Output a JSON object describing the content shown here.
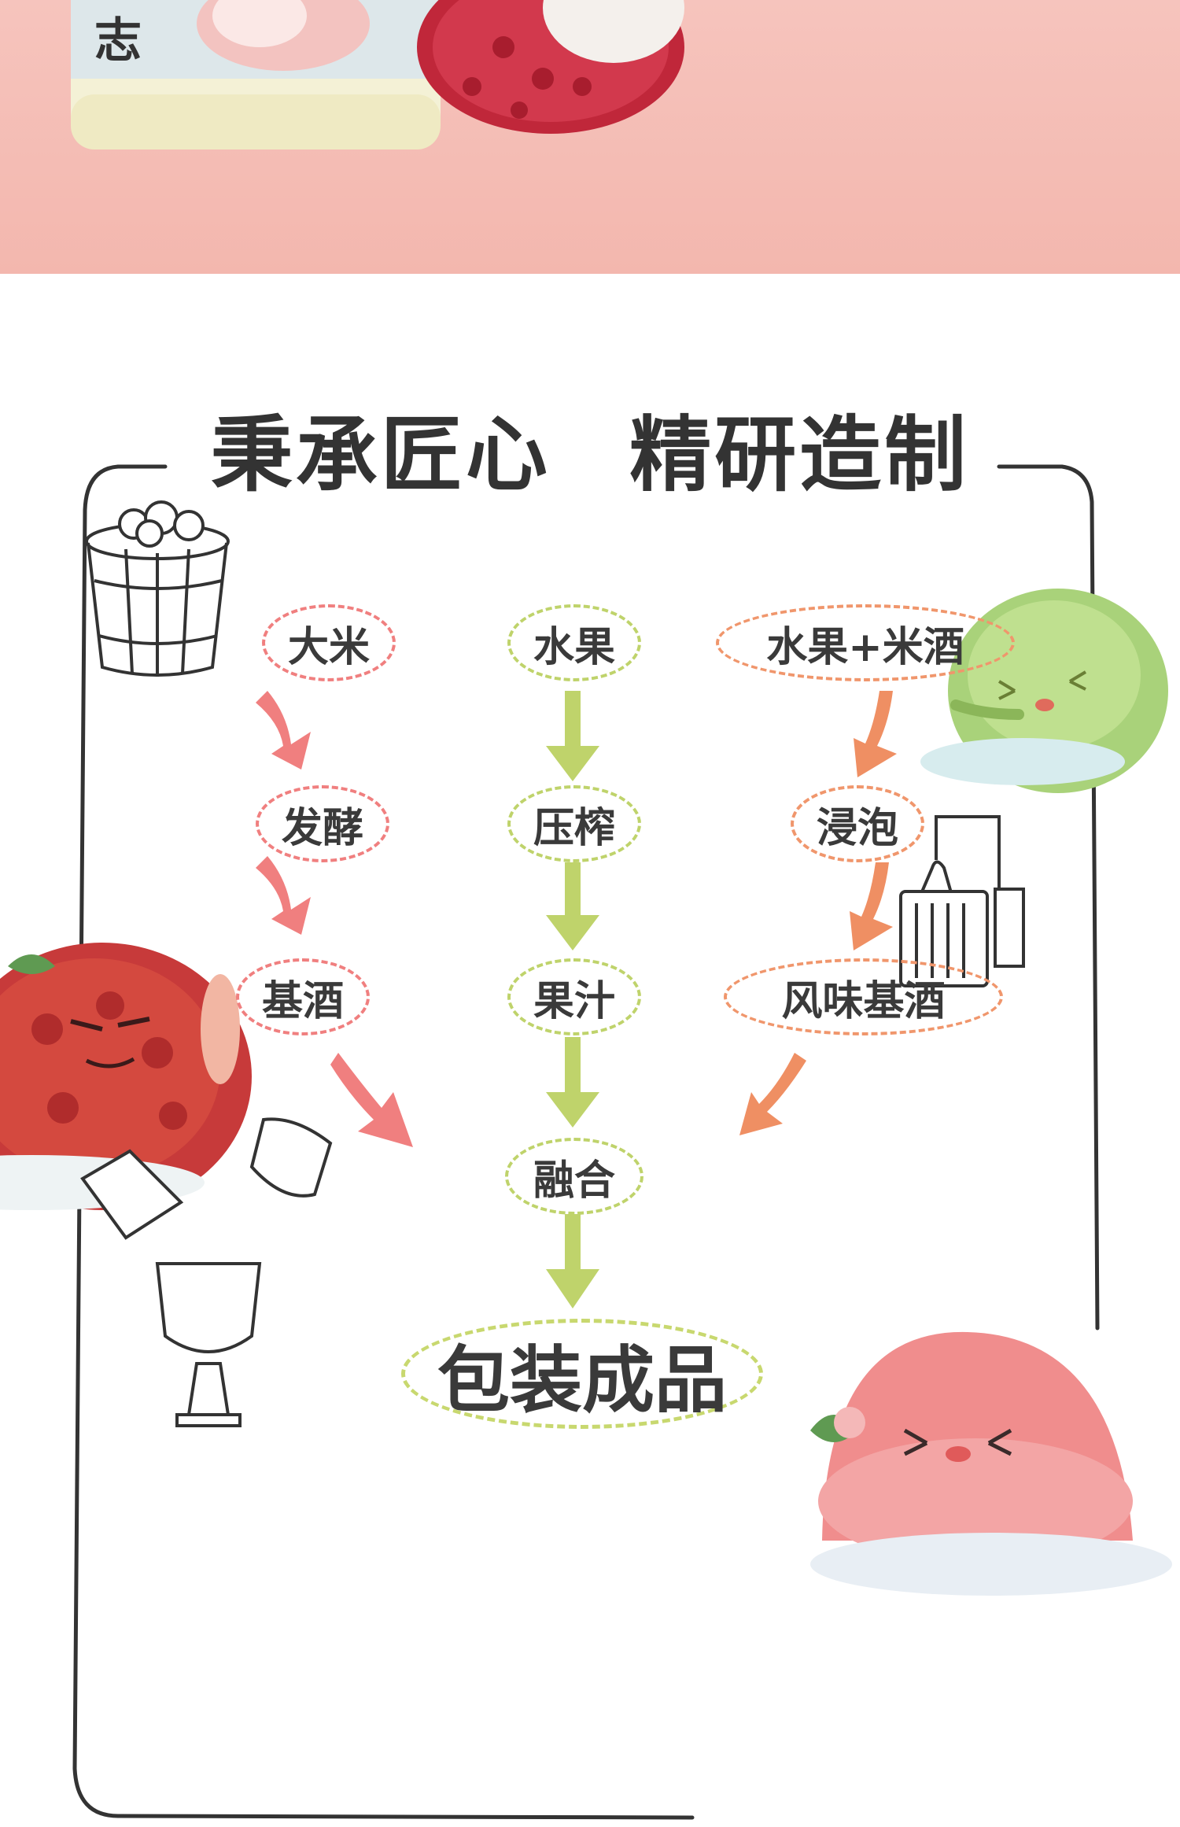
{
  "banner": {
    "label": "志"
  },
  "title": {
    "left": "秉承匠心",
    "right": "精研造制"
  },
  "flow": {
    "rice": [
      "大米",
      "发酵",
      "基酒"
    ],
    "fruit": [
      "水果",
      "压榨",
      "果汁"
    ],
    "mixed": [
      "水果+米酒",
      "浸泡",
      "风味基酒"
    ],
    "merge": "融合",
    "final": "包装成品"
  },
  "colors": {
    "hero_bg": "#f6c4bd",
    "pink_arrow": "#f07f7f",
    "green_arrow": "#bfd36b",
    "orange_arrow": "#ef8f63",
    "title_text": "#333333"
  },
  "illustrations": [
    "wooden-bucket-icon",
    "lime-mascot",
    "lychee-mascot",
    "peach-mascot",
    "distiller-icon",
    "cups-icon",
    "goblet-icon",
    "wine-bottle",
    "lychee-fruit"
  ]
}
